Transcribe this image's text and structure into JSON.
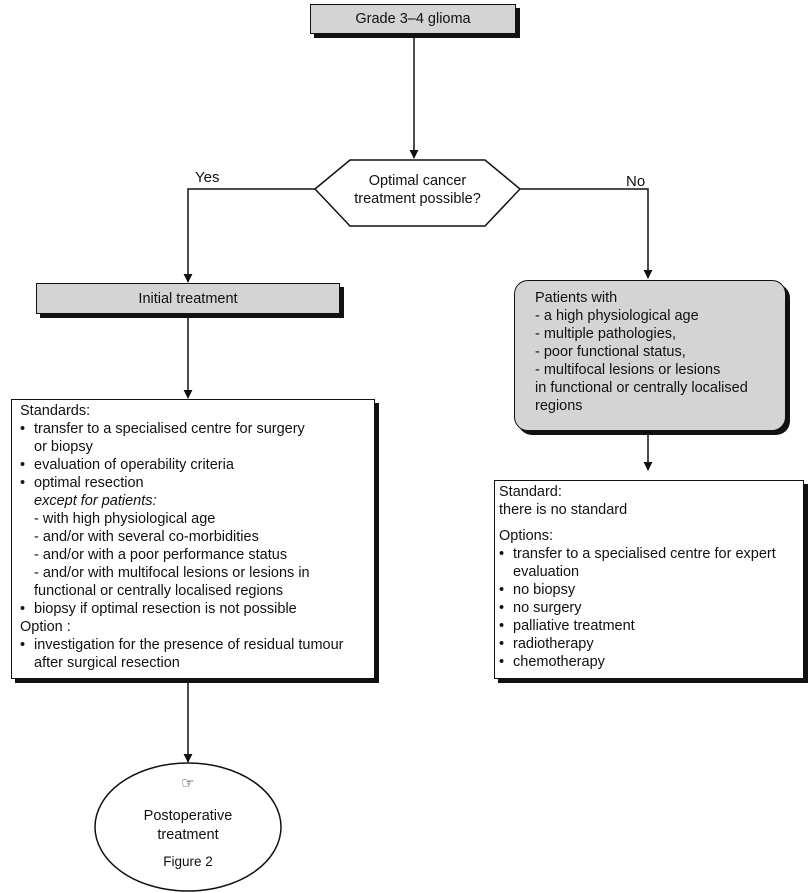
{
  "top": {
    "label": "Grade 3–4 glioma"
  },
  "decision": {
    "line1": "Optimal cancer",
    "line2": "treatment possible?",
    "yes_label": "Yes",
    "no_label": "No"
  },
  "initial": {
    "label": "Initial treatment"
  },
  "left_box": {
    "heading": "Standards:",
    "b1a": "transfer to a specialised centre for surgery",
    "b1b": "or biopsy",
    "b2": "evaluation of operability criteria",
    "b3": "optimal resection",
    "except": "except for patients:",
    "e1": "- with high physiological age",
    "e2": "- and/or with several co-morbidities",
    "e3": "- and/or with a poor performance status",
    "e4a": "- and/or with multifocal lesions or lesions in",
    "e4b": "functional or centrally localised regions",
    "b4": "biopsy if optimal resection is not possible",
    "option_heading": "Option :",
    "o1a": "investigation for the presence of residual tumour",
    "o1b": "after surgical resection"
  },
  "patients": {
    "heading": "Patients with",
    "l1": "- a high physiological age",
    "l2": "- multiple pathologies,",
    "l3": "- poor functional status,",
    "l4a": "- multifocal lesions or lesions",
    "l4b": "in functional or centrally localised",
    "l4c": "regions"
  },
  "right_box": {
    "standard_heading": "Standard:",
    "standard_text": "there is no standard",
    "options_heading": "Options:",
    "o1a": "transfer to a specialised centre for expert",
    "o1b": "evaluation",
    "o2": "no biopsy",
    "o3": "no surgery",
    "o4": "palliative treatment",
    "o5": "radiotherapy",
    "o6": "chemotherapy"
  },
  "ellipse": {
    "icon": "pointing-hand-icon",
    "line1": "Postoperative",
    "line2": "treatment",
    "ref": "Figure 2"
  }
}
